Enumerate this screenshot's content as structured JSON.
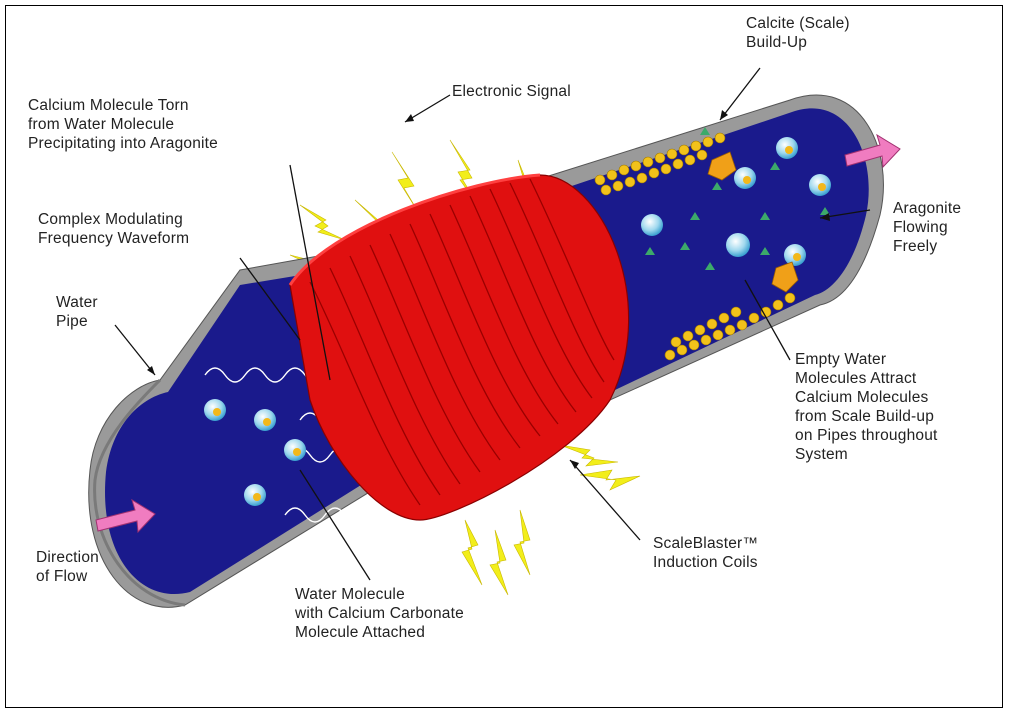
{
  "labels": {
    "calcite": "Calcite (Scale)\nBuild-Up",
    "electronic_signal": "Electronic Signal",
    "calcium_torn": "Calcium Molecule Torn\nfrom Water Molecule\nPrecipitating into Aragonite",
    "complex_waveform": "Complex Modulating\nFrequency Waveform",
    "water_pipe": "Water\nPipe",
    "aragonite_flowing": "Aragonite\nFlowing\nFreely",
    "empty_water": "Empty Water\nMolecules Attract\nCalcium Molecules\nfrom Scale Build-up\non Pipes throughout\nSystem",
    "scaleblaster": "ScaleBlaster™\nInduction Coils",
    "direction_of_flow": "Direction\nof Flow",
    "water_molecule": "Water Molecule\nwith Calcium Carbonate\nMolecule Attached"
  },
  "colors": {
    "pipe_interior": "#1a1a8c",
    "pipe_wall": "#9a9a9a",
    "coil": "#e01010",
    "signal": "#f2ee1a",
    "scale": "#f2c21a",
    "arrow": "#f07cc0"
  },
  "icons": [
    "water-molecule-icon",
    "flow-arrow-icon",
    "lightning-bolt-icon"
  ]
}
